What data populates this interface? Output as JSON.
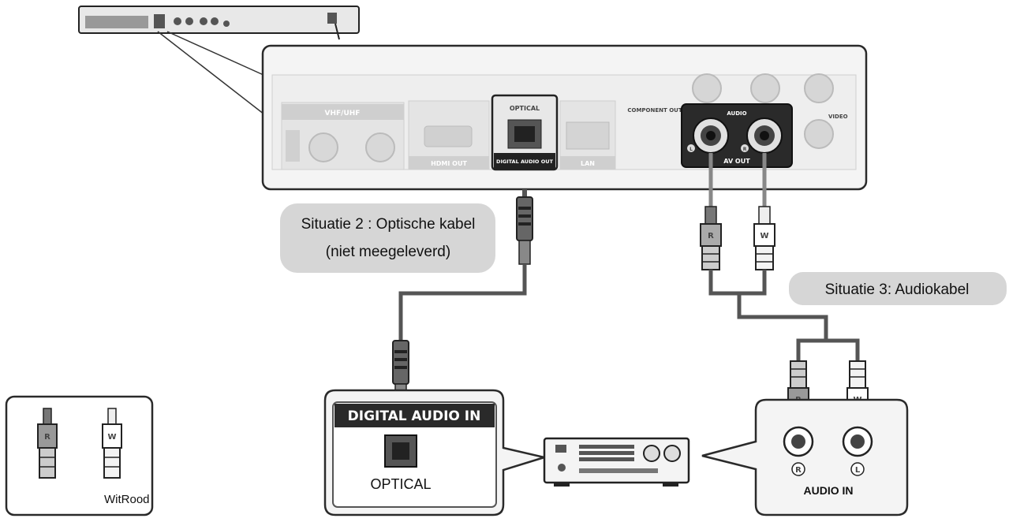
{
  "callouts": {
    "situation2_line1": "Situatie 2 : Optische kabel",
    "situation2_line2": "(niet meegeleverd)",
    "situation3": "Situatie 3: Audiokabel"
  },
  "rear_panel": {
    "vhf_uhf": "VHF/UHF",
    "hdmi_out": "HDMI OUT",
    "optical": "OPTICAL",
    "digital_audio_out": "DIGITAL AUDIO OUT",
    "lan": "LAN",
    "component_out": "COMPONENT OUT",
    "audio": "AUDIO",
    "av_out": "AV OUT",
    "video": "VIDEO",
    "jack_l": "L",
    "jack_r": "R"
  },
  "receiver": {
    "digital_audio_in": "DIGITAL AUDIO IN",
    "optical": "OPTICAL",
    "audio_in": "AUDIO IN",
    "jack_r": "R",
    "jack_l": "L"
  },
  "plugs": {
    "red": "R",
    "white": "W"
  },
  "legend": {
    "caption": "WitRood",
    "plug_red": "R",
    "plug_white": "W"
  },
  "colors": {
    "outline": "#2a2a2a",
    "panel_fill": "#f4f4f4",
    "jack_gray": "#cfcfcf",
    "callout_gray": "#d6d6d6",
    "cable_gray": "#555555"
  }
}
